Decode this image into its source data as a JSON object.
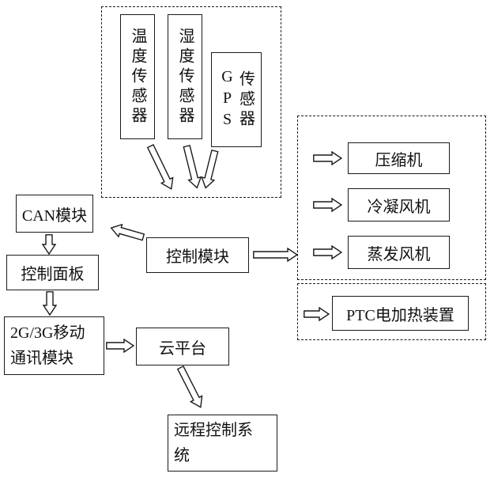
{
  "diagram": {
    "sensors": {
      "temperature": "温度传感器",
      "humidity": "湿度传感器",
      "gps_latin": "GPS",
      "gps_cn": "传感器"
    },
    "modules": {
      "can": "CAN模块",
      "control_panel": "控制面板",
      "comm_line1": "2G/3G移动",
      "comm_line2": "通讯模块",
      "control": "控制模块",
      "cloud": "云平台",
      "remote_line1": "远程控制系",
      "remote_line2": "统"
    },
    "actuators": {
      "compressor": "压缩机",
      "condensing_fan": "冷凝风机",
      "evaporating_fan": "蒸发风机",
      "ptc_heater": "PTC电加热装置"
    },
    "colors": {
      "line": "#1a1a1a",
      "background": "#ffffff"
    }
  }
}
